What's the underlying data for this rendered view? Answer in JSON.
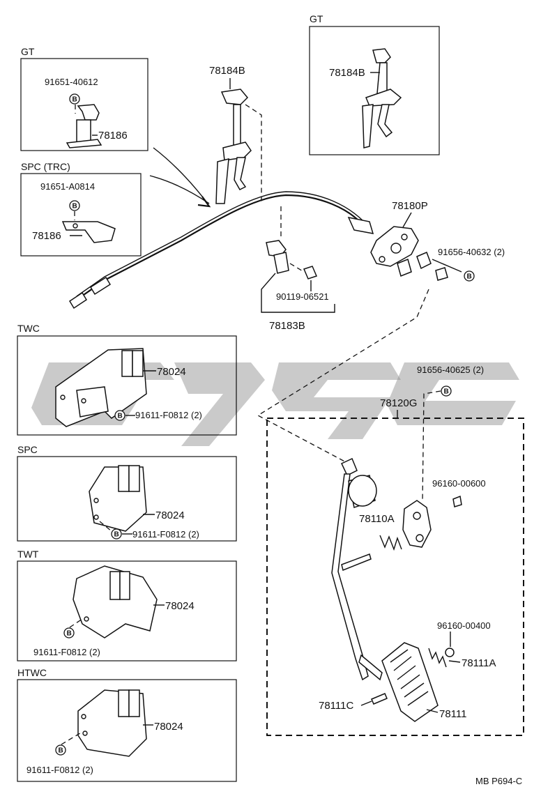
{
  "sections": {
    "gt_top": "GT",
    "gt_left": "GT",
    "spc_trc": "SPC (TRC)",
    "twc": "TWC",
    "spc": "SPC",
    "twt": "TWT",
    "htwc": "HTWC"
  },
  "parts": {
    "p78184b_main": "78184B",
    "p78184b_gt": "78184B",
    "p91651_40612": "91651-40612",
    "p78186_gt": "78186",
    "p91651_a0814": "91651-A0814",
    "p78186_spc": "78186",
    "p78180p": "78180P",
    "p91656_40632": "91656-40632 (2)",
    "p90119_06521": "90119-06521",
    "p78183b": "78183B",
    "p78024_twc": "78024",
    "p91611_twc": "91611-F0812 (2)",
    "p91656_40625": "91656-40625 (2)",
    "p78120g": "78120G",
    "p96160_00600": "96160-00600",
    "p78024_spc": "78024",
    "p91611_spc": "91611-F0812 (2)",
    "p78110a": "78110A",
    "p78024_twt": "78024",
    "p91611_twt": "91611-F0812 (2)",
    "p96160_00400": "96160-00400",
    "p78111a": "78111A",
    "p78024_htwc": "78024",
    "p78111c": "78111C",
    "p78111": "78111",
    "p91611_htwc": "91611-F0812 (2)"
  },
  "callout_letter": "B",
  "figure_code": "MB P694-C",
  "icons": [
    "bolt-callout-icon"
  ]
}
